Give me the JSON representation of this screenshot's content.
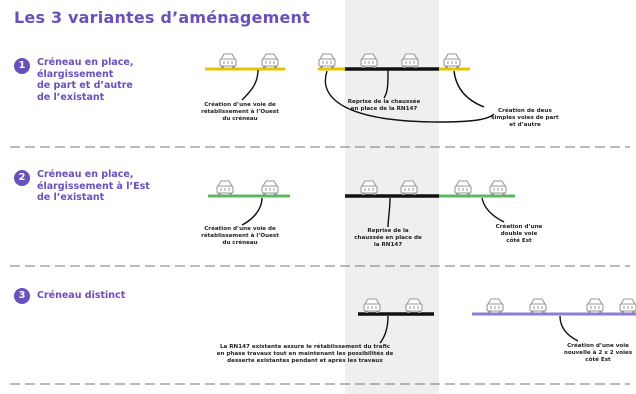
{
  "title": "Les 3 variantes d’aménagement",
  "colors": {
    "accent": "#6a4fc2",
    "existing_track": "#e8c300",
    "option2_track": "#5cb85c",
    "option3_track": "#8a7fd6",
    "rn147_track": "#111111",
    "shade": "#efefef"
  },
  "icons": [
    "vehicle-icon"
  ],
  "variants": [
    {
      "number": "1",
      "title_lines": [
        "Créneau en place,",
        "élargissement",
        "de part et d’autre",
        "de l’existant"
      ],
      "captions": [
        [
          "Création d’une voie de",
          "rétablissement à l’Ouest",
          "du créneau"
        ],
        [
          "Reprise de la chaussée",
          "en place de la RN147"
        ],
        [
          "Création de deux",
          "simples voies de part",
          "et d’autre"
        ]
      ]
    },
    {
      "number": "2",
      "title_lines": [
        "Créneau en place,",
        "élargissement à l’Est",
        "de l’existant"
      ],
      "captions": [
        [
          "Création d’une voie de",
          "rétablissement à l’Ouest",
          "du créneau"
        ],
        [
          "Reprise de la",
          "chaussée en place de",
          "la RN147"
        ],
        [
          "Création d’une",
          "double voie",
          "côté Est"
        ]
      ]
    },
    {
      "number": "3",
      "title_lines": [
        "Créneau distinct"
      ],
      "captions": [
        [
          "La RN147 existante assure le rétablissement du trafic",
          "en phase travaux tout en maintenant les possibilités de",
          "desserte existantes pendant et après les travaux"
        ],
        [
          "Création d’une voie",
          "nouvelle à 2 x 2 voies",
          "côté Est"
        ]
      ]
    }
  ]
}
